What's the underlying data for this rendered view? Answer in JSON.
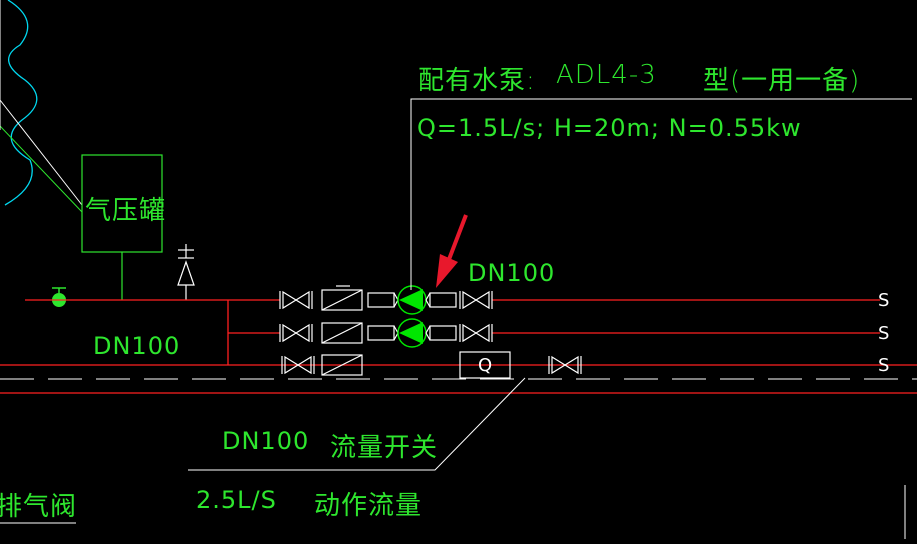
{
  "colors": {
    "background": "#000000",
    "text_green": "#2ee62e",
    "pipe_red": "#ff2020",
    "line_white": "#ffffff",
    "pump_green": "#00e600",
    "cyan": "#00e0ff",
    "arrow_red": "#e8182c"
  },
  "labels": {
    "pump_config": "配有水泵:",
    "pump_model": "ADL4-3",
    "pump_type": "型(一用一备)",
    "pump_spec": "Q=1.5L/s; H=20m; N=0.55kw",
    "tank": "气压罐",
    "dn100_top": "DN100",
    "dn100_left": "DN100",
    "dn100_bottom": "DN100",
    "flow_switch": "流量开关",
    "flow_rate": "2.5L/S",
    "action_flow": "动作流量",
    "exhaust_valve": "排气阀",
    "flow_meter": "Q",
    "line_end_1": "S",
    "line_end_2": "S",
    "line_end_3": "S"
  },
  "icons": {
    "pointer": "red-arrow-icon",
    "pump": "pump-icon",
    "gate_valve": "gate-valve-icon",
    "check_valve": "check-valve-icon",
    "reducer": "reducer-icon",
    "relief_valve": "relief-valve-icon",
    "air_vent": "air-vent-icon"
  }
}
